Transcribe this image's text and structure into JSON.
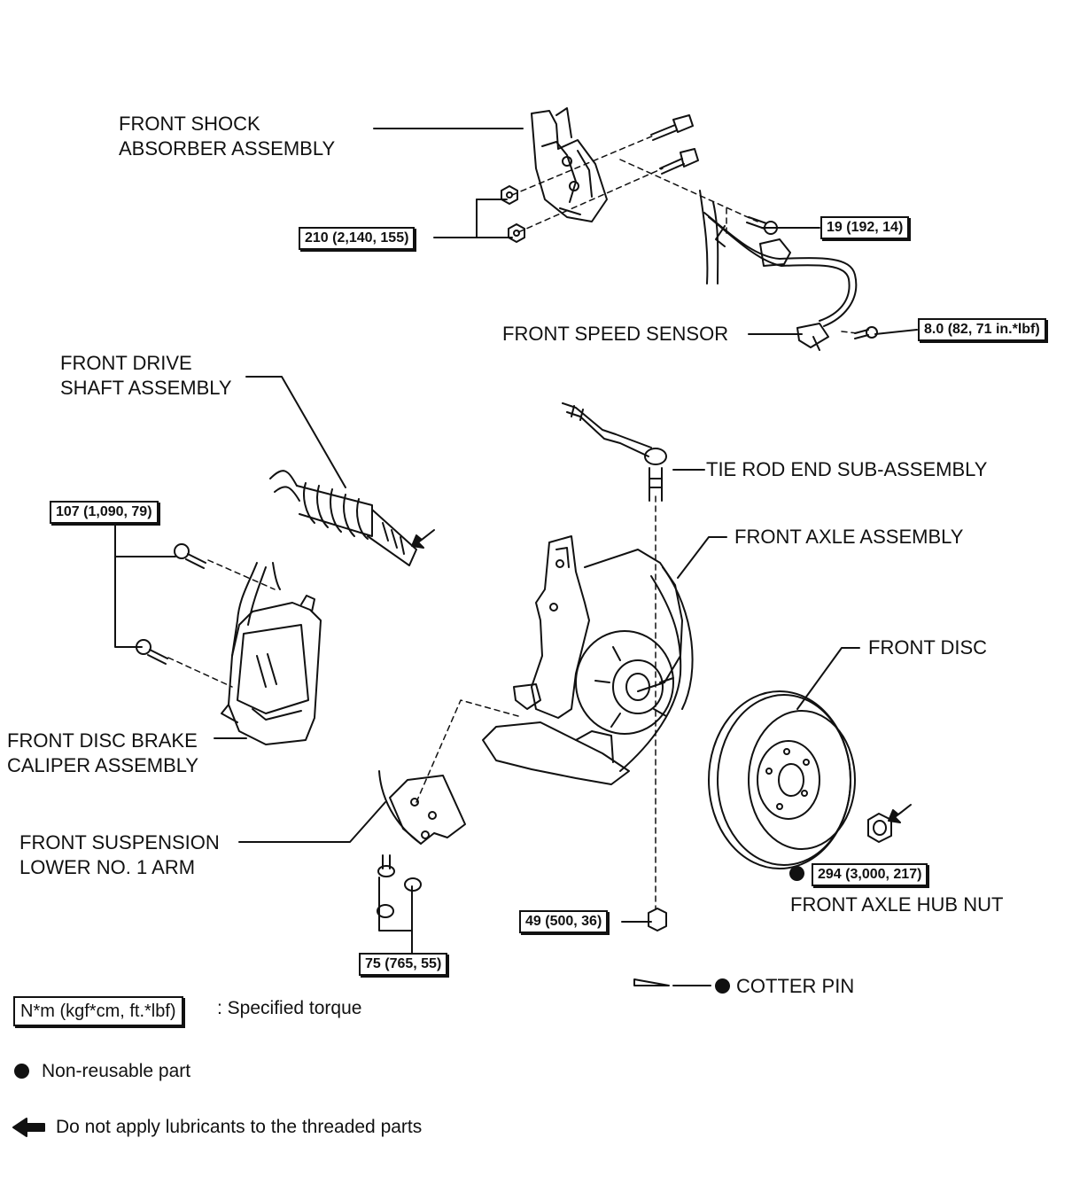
{
  "labels": {
    "shock": [
      "FRONT SHOCK",
      "ABSORBER ASSEMBLY"
    ],
    "speed_sensor": "FRONT SPEED SENSOR",
    "drive_shaft": [
      "FRONT DRIVE",
      "SHAFT ASSEMBLY"
    ],
    "tie_rod": "TIE ROD END SUB-ASSEMBLY",
    "axle": "FRONT AXLE ASSEMBLY",
    "disc": "FRONT DISC",
    "caliper": [
      "FRONT DISC BRAKE",
      "CALIPER ASSEMBLY"
    ],
    "lower_arm": [
      "FRONT SUSPENSION",
      "LOWER NO. 1 ARM"
    ],
    "hub_nut": "FRONT AXLE HUB NUT",
    "cotter_pin": "COTTER PIN"
  },
  "torques": {
    "shock_nuts": "210 (2,140, 155)",
    "sensor_bracket": "19 (192, 14)",
    "sensor_bolt": "8.0 (82, 71 in.*lbf)",
    "caliper_bolts": "107 (1,090, 79)",
    "hub_nut": "294 (3,000, 217)",
    "tie_rod_nut": "49 (500, 36)",
    "lower_arm_bolts": "75 (765, 55)"
  },
  "legend": {
    "torque_box": "N*m (kgf*cm, ft.*lbf)",
    "torque_desc": ": Specified torque",
    "nonreusable_desc": "Non-reusable part",
    "arrow_desc": "Do not apply lubricants to the threaded parts"
  }
}
